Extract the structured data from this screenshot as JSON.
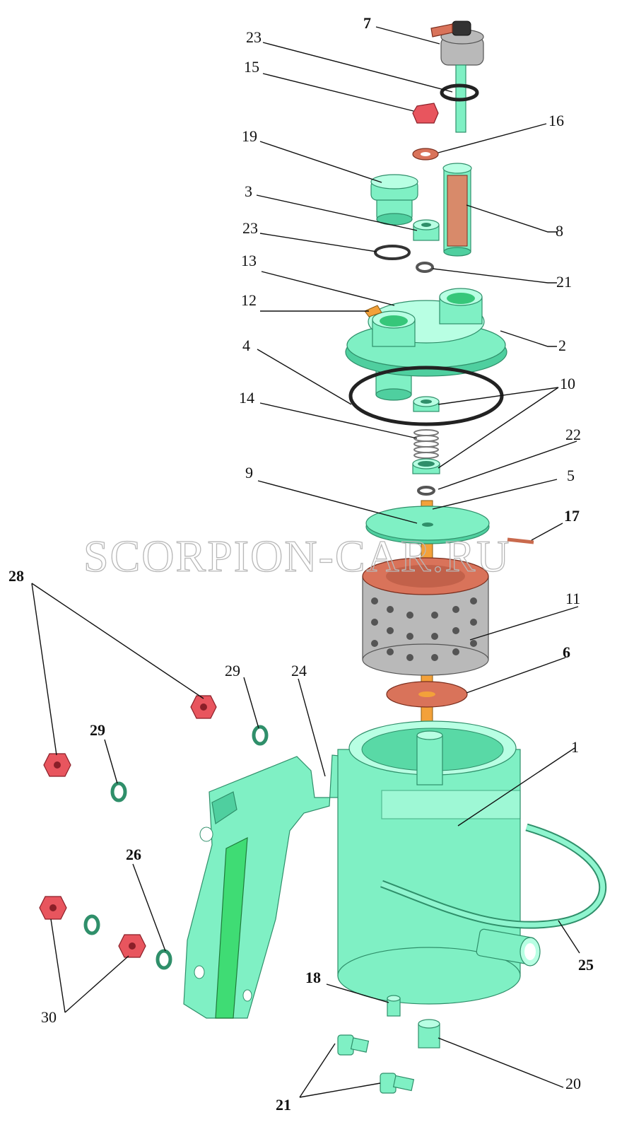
{
  "watermark": "SCORPION-CAR.RU",
  "callouts": [
    "7",
    "23",
    "15",
    "16",
    "19",
    "3",
    "8",
    "23",
    "21",
    "13",
    "12",
    "2",
    "4",
    "10",
    "14",
    "22",
    "9",
    "5",
    "17",
    "11",
    "28",
    "29",
    "24",
    "6",
    "1",
    "29",
    "26",
    "25",
    "30",
    "18",
    "20",
    "21"
  ],
  "part_icons": [
    "fuel-filter-assembly-exploded-view"
  ]
}
